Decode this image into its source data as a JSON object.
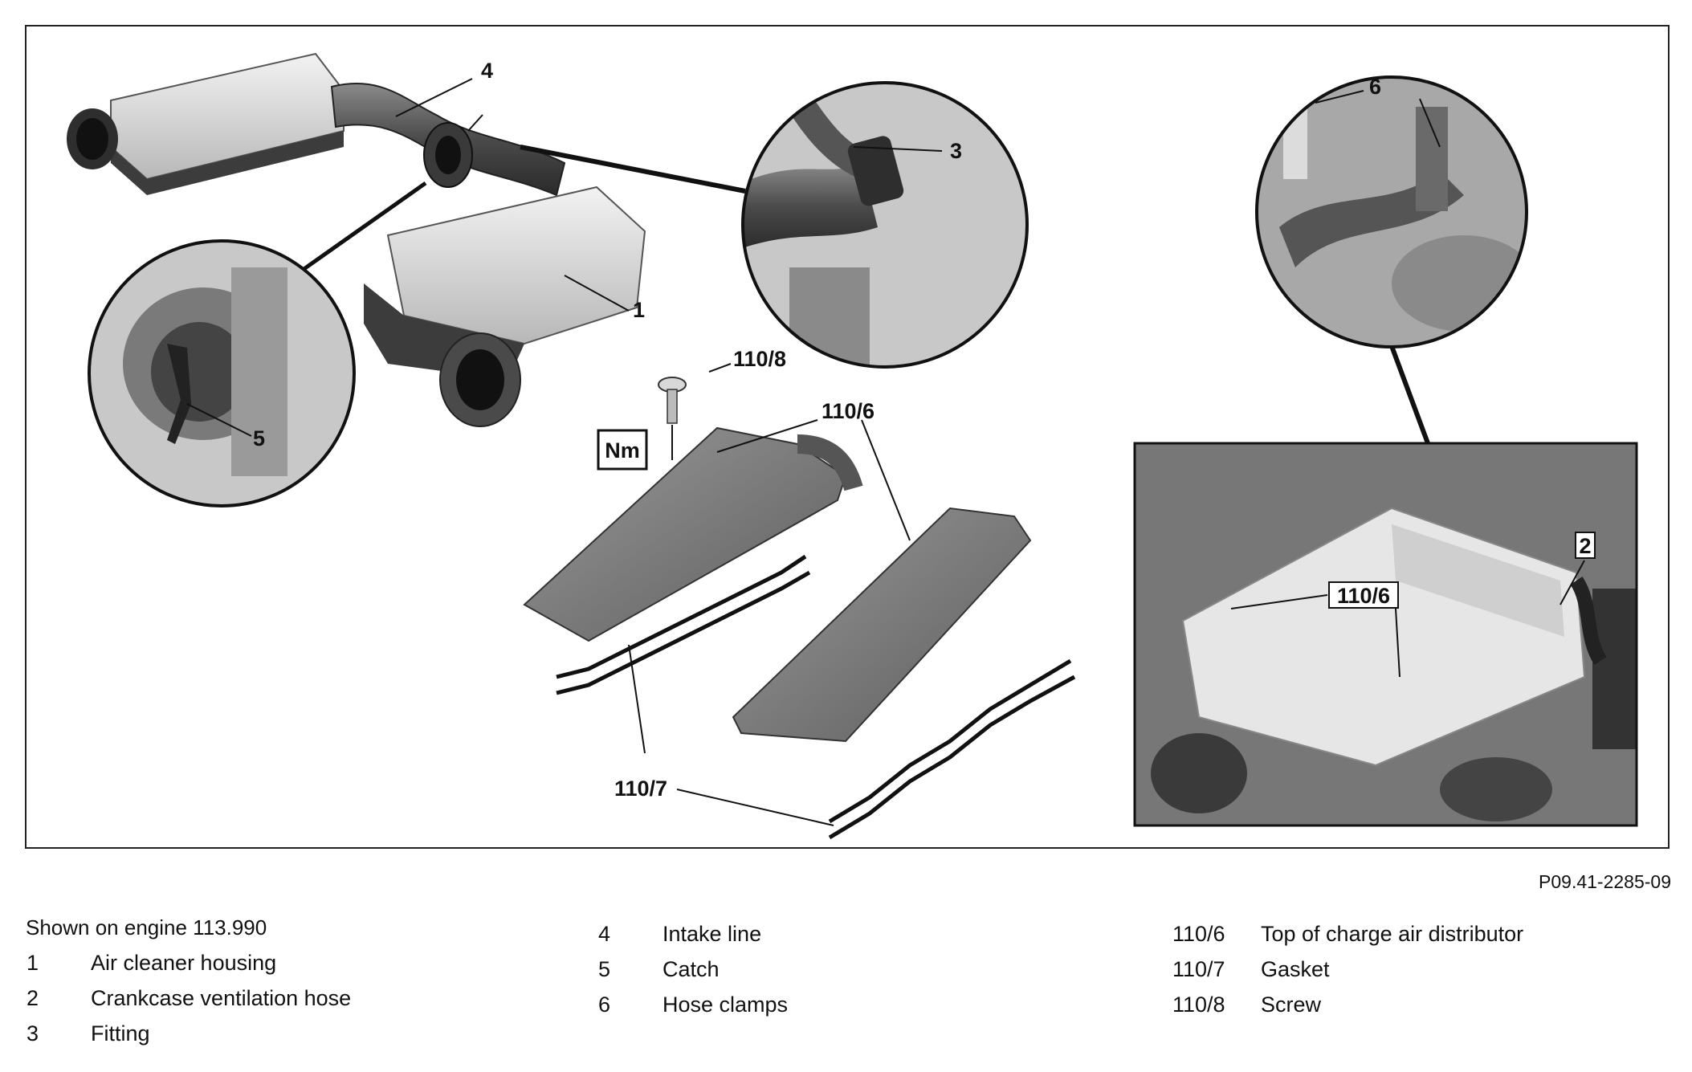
{
  "figure": {
    "callouts": {
      "c1": "1",
      "c2": "2",
      "c3": "3",
      "c4": "4",
      "c5": "5",
      "c6": "6",
      "c110_6_a": "110/6",
      "c110_6_b": "110/6",
      "c110_7": "110/7",
      "c110_8": "110/8"
    },
    "torque_symbol": "Nm",
    "figure_code": "P09.41-2285-09"
  },
  "legend": {
    "title": "Shown on engine 113.990",
    "items": [
      {
        "number": "1",
        "description": "Air cleaner housing"
      },
      {
        "number": "2",
        "description": "Crankcase ventilation hose"
      },
      {
        "number": "3",
        "description": "Fitting"
      },
      {
        "number": "4",
        "description": "Intake line"
      },
      {
        "number": "5",
        "description": "Catch"
      },
      {
        "number": "6",
        "description": "Hose clamps"
      },
      {
        "number": "110/6",
        "description": "Top of charge air distributor"
      },
      {
        "number": "110/7",
        "description": "Gasket"
      },
      {
        "number": "110/8",
        "description": "Screw"
      }
    ]
  },
  "colors": {
    "frame": "#222222",
    "part_light": "#e2e2e2",
    "part_mid": "#9a9a9a",
    "part_dark": "#3c3c3c",
    "detail_bg": "#c8c8c8"
  }
}
